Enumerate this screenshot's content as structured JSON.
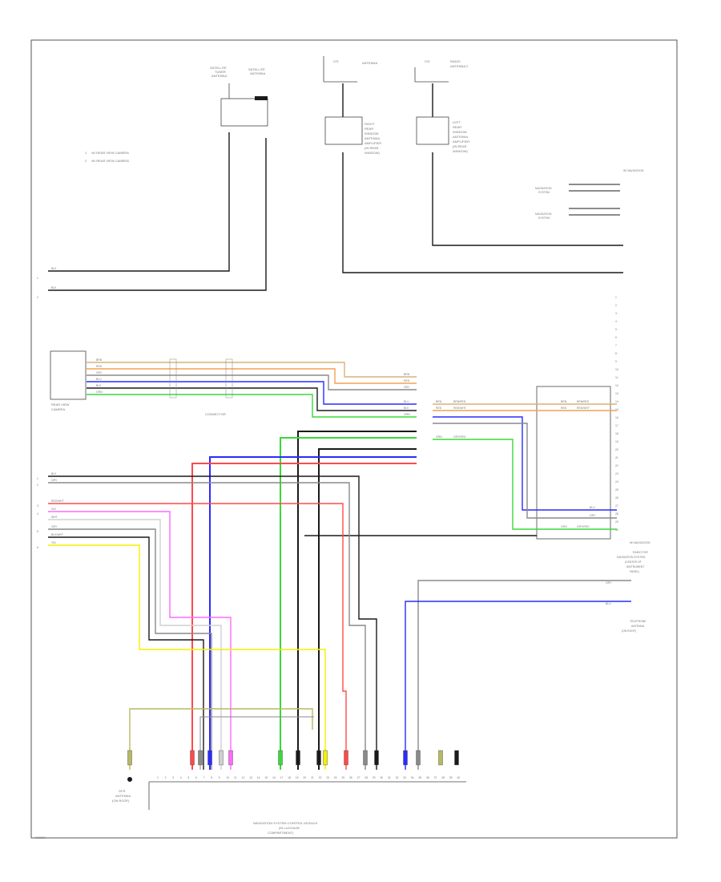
{
  "page_code": "W0000",
  "legend": {
    "items": [
      {
        "num": "1",
        "text": "W/ REAR VIEW CAMERA"
      },
      {
        "num": "2",
        "text": "W/ REAR VIEW CAMERA"
      }
    ]
  },
  "components": {
    "satellite_antenna": {
      "lines": [
        "SATELLITE",
        "TUNER",
        "ANTENNA"
      ]
    },
    "satellite_antenna_2": {
      "lines": [
        "SATELLITE",
        "ANTENNA"
      ]
    },
    "antenna_1": {
      "label": "ANTENNA",
      "ref": "G75"
    },
    "antenna_2": {
      "lines": [
        "RADIO",
        "ANTENNA 2"
      ],
      "ref": "G76"
    },
    "splice_box_1": {
      "lines": [
        "RIGHT",
        "REAR",
        "WINDOW",
        "ANTENNA",
        "AMPLIFIER",
        "(IN REAR",
        "WINDOW)"
      ]
    },
    "splice_box_2": {
      "lines": [
        "LEFT",
        "REAR",
        "WINDOW",
        "ANTENNA",
        "AMPLIFIER",
        "(IN REAR",
        "WINDOW)"
      ]
    },
    "rear_camera": {
      "lines": [
        "REAR VIEW",
        "CAMERA"
      ]
    },
    "connector_label": "CONNECTOR",
    "navigation_module": {
      "lines": [
        "NAVIGATION SYSTEM CONTROL MODULE",
        "(IN LUGGAGE",
        "COMPARTMENT)"
      ]
    },
    "gps_antenna": {
      "lines": [
        "GPS",
        "ANTENNA",
        "(ON ROOF)"
      ]
    },
    "radio_unit": {
      "lines": [
        "RADIO FOR",
        "NAVIGATION SYSTEM",
        "(CENTER OF",
        "INSTRUMENT",
        "PANEL)"
      ]
    },
    "telephone_antenna": {
      "lines": [
        "TELEPHONE",
        "ANTENNA",
        "(ON ROOF)"
      ]
    },
    "top_right_tag": "W/ NAVIGATION",
    "nav_right_tag": "W/ NAVIGATION",
    "nav_a": {
      "lines": [
        "NAVIGATION",
        "SYSTEM"
      ]
    },
    "nav_b": {
      "lines": [
        "NAVIGATION",
        "SYSTEM"
      ]
    }
  },
  "wire_colors": {
    "orange": "#f5a050",
    "tan": "#d8b478",
    "blue": "#2b2bff",
    "green": "#3ad83a",
    "black": "#1a1a1a",
    "gray": "#8a8a8a",
    "red": "#ff4a4a",
    "pink": "#ff6aff",
    "yellow": "#f4f000",
    "olive": "#b8b860",
    "white": "#d0d0d0"
  },
  "wire_labels": {
    "brn": "BRN",
    "blk": "BLK",
    "grn": "GRN",
    "blu": "BLU",
    "red": "RED",
    "wht": "WHT",
    "gry": "GRY",
    "yel": "YEL",
    "vio": "VIO",
    "brn_red": "BRN/RED",
    "red_wht": "RED/WHT",
    "gry_red": "GRY/RED",
    "blk_wht": "BLK/WHT"
  },
  "pins": {
    "left_numbers": [
      "1",
      "2",
      "3",
      "4",
      "5",
      "6"
    ],
    "module_pins": [
      "1",
      "2",
      "3",
      "4",
      "5",
      "6",
      "7",
      "8",
      "9",
      "10",
      "11",
      "12",
      "13",
      "14",
      "15",
      "16",
      "17",
      "18",
      "19",
      "20",
      "21",
      "22",
      "23",
      "24",
      "25",
      "26",
      "27",
      "28",
      "29",
      "30",
      "31",
      "32",
      "33",
      "34",
      "35",
      "36",
      "37",
      "38",
      "39",
      "40"
    ],
    "radio_pins": [
      "1",
      "2",
      "3",
      "4",
      "5",
      "6",
      "7",
      "8",
      "9",
      "10",
      "11",
      "12",
      "13",
      "14",
      "15",
      "16",
      "17",
      "18",
      "19",
      "20",
      "21",
      "22",
      "23",
      "24",
      "25",
      "26",
      "27",
      "28",
      "29",
      "30"
    ]
  }
}
